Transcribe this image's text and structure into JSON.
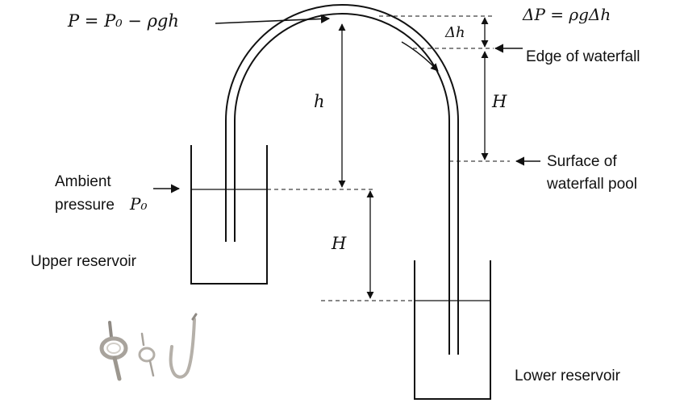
{
  "formulas": {
    "pressure_top": "P = P₀ − ρgh",
    "delta_p": "ΔP = ρgΔh"
  },
  "symbols": {
    "h": "h",
    "H_upper": "H",
    "H_lower": "H",
    "delta_h": "Δh"
  },
  "labels": {
    "edge_of_waterfall": "Edge of waterfall",
    "surface_line1": "Surface of",
    "surface_line2": "waterfall pool",
    "ambient_line1": "Ambient",
    "ambient_line2_text": "pressure",
    "ambient_symbol": "P₀",
    "upper_reservoir": "Upper reservoir",
    "lower_reservoir": "Lower reservoir"
  },
  "colors": {
    "line": "#111111",
    "tube_photo": "#b9b4ad"
  },
  "icons": {
    "photo": "siphon-tube-photo-icon"
  }
}
